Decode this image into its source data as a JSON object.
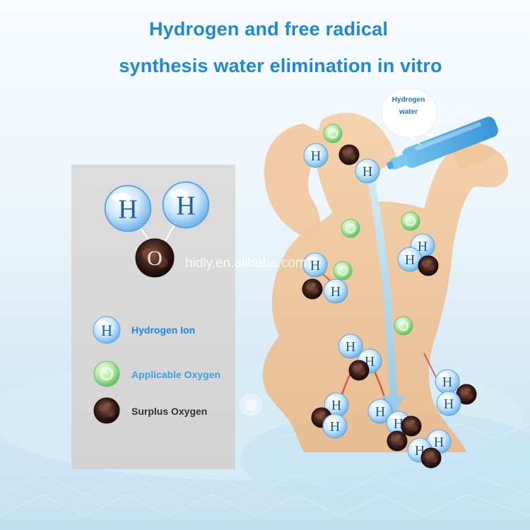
{
  "title": {
    "line1": "Hydrogen and free radical",
    "line2": "synthesis water elimination in vitro"
  },
  "bubble": {
    "line1": "Hydrogen",
    "line2": "water"
  },
  "bottle_label": "Hydrogen Water",
  "watermark": "hidly.en.alibaba.com",
  "legend": {
    "hydrogen_ion": "Hydrogen Ion",
    "applicable_oxygen": "Applicable Oxygen",
    "surplus_oxygen": "Surplus Oxygen",
    "h_glyph": "H",
    "o_glyph": "O"
  },
  "colors": {
    "title": "#1e88d8",
    "hydrogen_ion_label": "#1e88d8",
    "applicable_oxygen_label": "#3aa2e0",
    "surplus_oxygen_label": "#333333",
    "body": "#f0c9a0",
    "arrow": "#a8d8f0"
  },
  "icons": [
    "hydrogen-ion-icon",
    "applicable-oxygen-icon",
    "surplus-oxygen-icon",
    "water-bottle-icon",
    "speech-bubble-icon"
  ]
}
